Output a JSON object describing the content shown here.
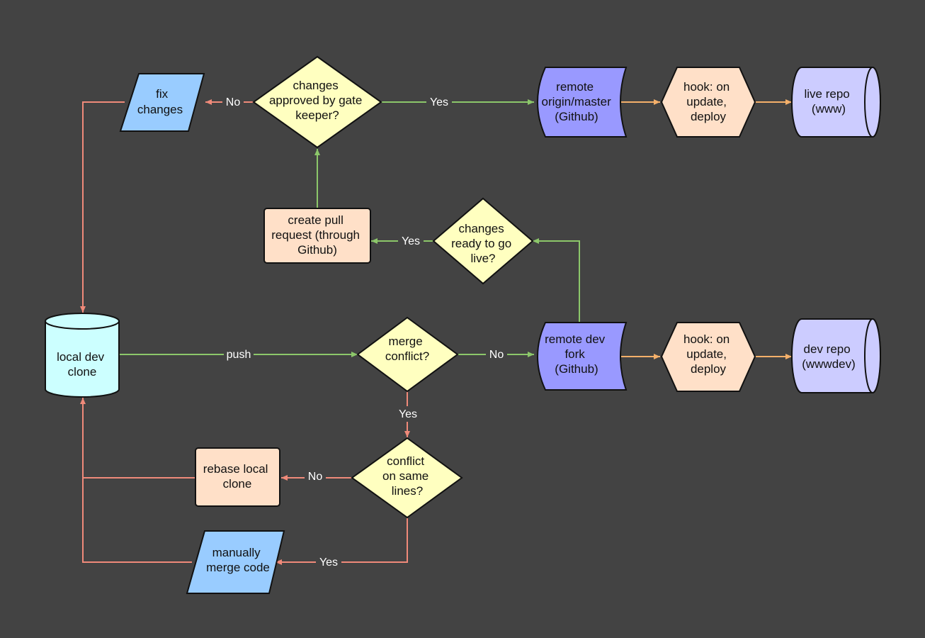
{
  "nodes": {
    "fix_changes": [
      "fix",
      "changes"
    ],
    "approved": [
      "changes",
      "approved by gate",
      "keeper?"
    ],
    "remote_master": [
      "remote",
      "origin/master",
      "(Github)"
    ],
    "hook_live": [
      "hook: on",
      "update,",
      "deploy"
    ],
    "live_repo": [
      "live repo",
      "(www)"
    ],
    "pull_request": [
      "create pull",
      "request (through",
      "Github)"
    ],
    "ready_live": [
      "changes",
      "ready to go",
      "live?"
    ],
    "local_clone": [
      "local dev",
      "clone"
    ],
    "merge_conflict": [
      "merge",
      "conflict?"
    ],
    "remote_fork": [
      "remote dev",
      "fork",
      "(Github)"
    ],
    "hook_dev": [
      "hook: on",
      "update,",
      "deploy"
    ],
    "dev_repo": [
      "dev repo",
      "(wwwdev)"
    ],
    "same_lines": [
      "conflict",
      "on same",
      "lines?"
    ],
    "rebase": [
      "rebase local",
      "clone"
    ],
    "manual_merge": [
      "manually",
      "merge code"
    ]
  },
  "edges": {
    "approved_no": "No",
    "approved_yes": "Yes",
    "ready_yes": "Yes",
    "push": "push",
    "merge_no": "No",
    "merge_yes": "Yes",
    "same_no": "No",
    "same_yes": "Yes"
  },
  "colors": {
    "background": "#434343",
    "decision": "#ffffc0",
    "process": "#ffe0c8",
    "io": "#99ccff",
    "remote": "#9999ff",
    "repo": "#ccccff",
    "local_store": "#ccffff",
    "edge_green": "#8cc76a",
    "edge_red": "#f08a7a",
    "edge_orange": "#f5b06a"
  }
}
